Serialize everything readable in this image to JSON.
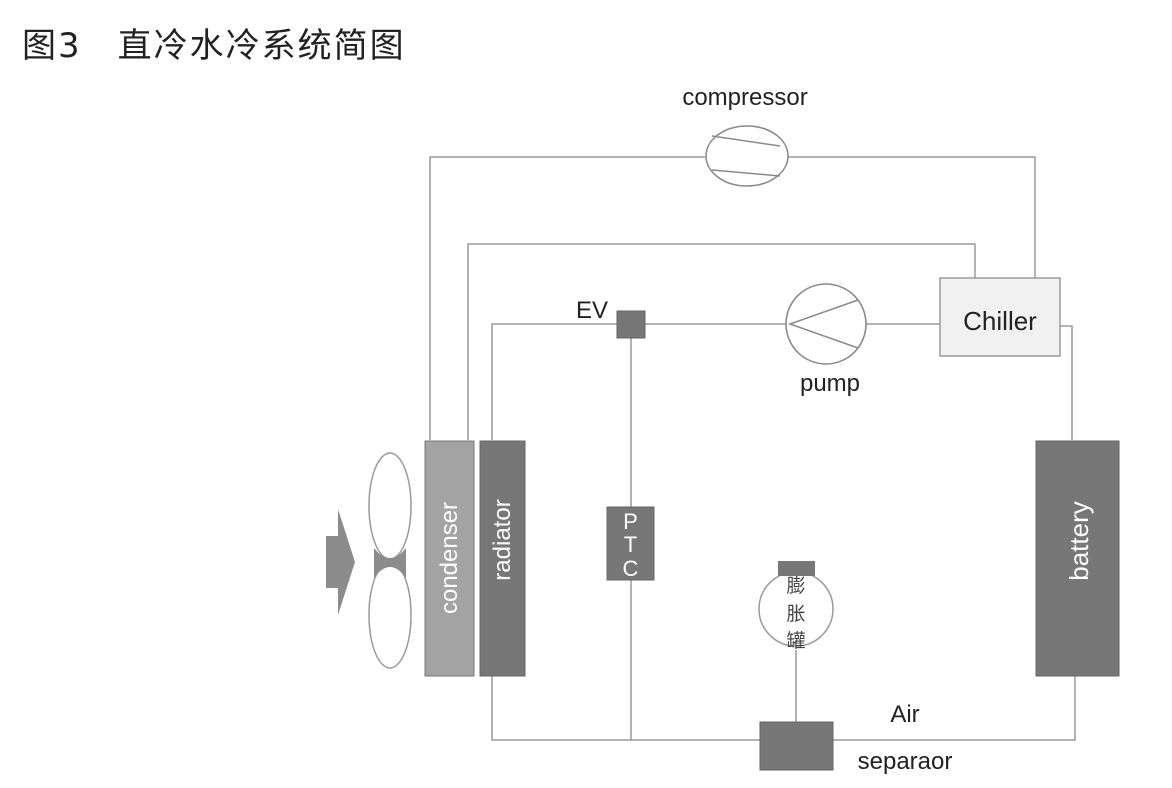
{
  "title": "图3　直冷水冷系统简图",
  "components": {
    "compressor": "compressor",
    "chiller": "Chiller",
    "ev": "EV",
    "pump": "pump",
    "condenser": "condenser",
    "radiator": "radiator",
    "ptc": [
      "P",
      "T",
      "C"
    ],
    "expansion_tank": [
      "膨",
      "胀",
      "罐"
    ],
    "battery": "battery",
    "air_separator_line1": "Air",
    "air_separator_line2": "separaor"
  },
  "colors": {
    "line": "#9a9a9a",
    "component_dark": "#777777",
    "component_light": "#a3a3a3",
    "chiller_fill": "#f1f1f1",
    "label_light": "#ffffff",
    "label_dark": "#222222"
  }
}
